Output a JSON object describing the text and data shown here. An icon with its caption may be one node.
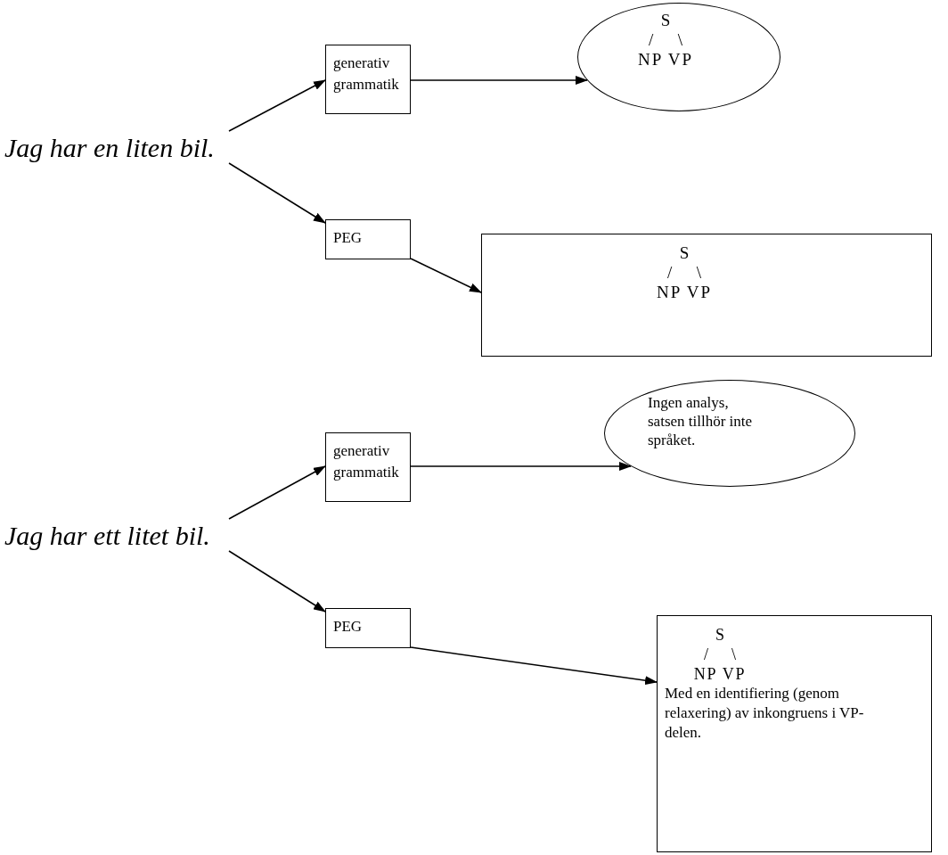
{
  "diagram": {
    "nodes": [
      {
        "text": [
          "Jag har en liten bil."
        ]
      },
      {
        "text": [
          "generativ grammatik"
        ]
      },
      {
        "text": [
          "S",
          "/ \\",
          "NP VP"
        ]
      },
      {
        "text": [
          "PEG"
        ]
      },
      {
        "text": [
          "S",
          "/ \\",
          "NP VP"
        ]
      },
      {
        "text": [
          "Jag har ett litet bil."
        ]
      },
      {
        "text": [
          "generativ grammatik"
        ]
      },
      {
        "text": [
          "Ingen analys, satsen tillhör inte språket."
        ]
      },
      {
        "text": [
          "PEG"
        ]
      },
      {
        "text": [
          "S",
          "/ \\",
          "NP VP",
          "Med en identifiering (genom relaxering) av inkongruens i VP-delen."
        ]
      }
    ],
    "edges": [
      {
        "from": 0,
        "to": 1,
        "arrow": "to"
      },
      {
        "from": 0,
        "to": 3,
        "arrow": "to"
      },
      {
        "from": 1,
        "to": 2,
        "arrow": "to"
      },
      {
        "from": 3,
        "to": 4,
        "arrow": "to"
      },
      {
        "from": 5,
        "to": 6,
        "arrow": "to"
      },
      {
        "from": 5,
        "to": 8,
        "arrow": "to"
      },
      {
        "from": 6,
        "to": 7,
        "arrow": "to"
      },
      {
        "from": 8,
        "to": 9,
        "arrow": "to"
      }
    ]
  }
}
